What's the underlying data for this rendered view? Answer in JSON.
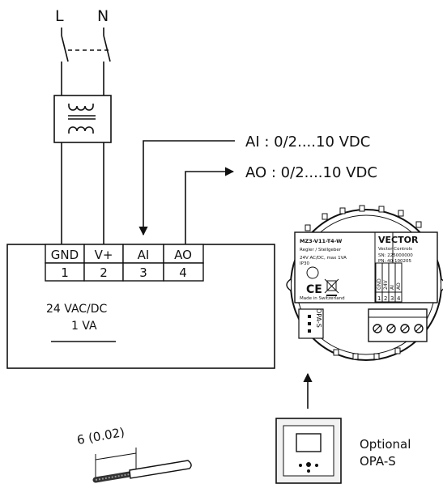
{
  "supply": {
    "line": "L",
    "neutral": "N"
  },
  "outputs": {
    "ai": "AI : 0/2....10 VDC",
    "ao": "AO : 0/2....10 VDC"
  },
  "terminals": [
    {
      "name": "GND",
      "number": "1"
    },
    {
      "name": "V+",
      "number": "2"
    },
    {
      "name": "AI",
      "number": "3"
    },
    {
      "name": "AO",
      "number": "4"
    }
  ],
  "power": {
    "voltage": "24 VAC/DC",
    "consumption": "1 VA"
  },
  "wire": {
    "strip_length": "6 (0.02)"
  },
  "device": {
    "model": "MZ3-V11-T4-W",
    "subtitle": "Regler / Stellgeber",
    "rating": "24V AC/DC, max 1VA",
    "ip": "IP30",
    "brand": "VECTOR",
    "brand_sub": "Vector Controls",
    "sn": "SN: 225000000",
    "pn": "PN: 40-100205",
    "made_in": "Made in Switzerland",
    "conn_label": "OPA-S",
    "side_labels": [
      "GND",
      "24V",
      "AI",
      "AO"
    ],
    "side_numbers": [
      "1",
      "2",
      "3",
      "4"
    ]
  },
  "optional": {
    "line1": "Optional",
    "line2": "OPA-S"
  }
}
